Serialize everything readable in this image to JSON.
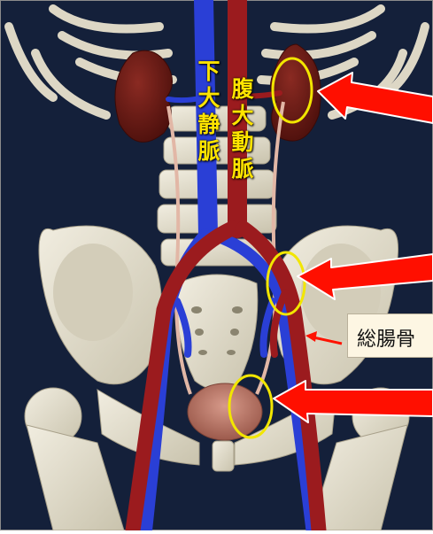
{
  "labels": {
    "inferior_vena_cava": "下\n大\n静\n脈",
    "abdominal_aorta": "腹\n大\n動\n脈",
    "callout": "総腸骨"
  },
  "colors": {
    "background": "#14203a",
    "aorta": "#9b1b1e",
    "vena_cava": "#2a3fd6",
    "label_text": "#ffe400",
    "highlight_circle": "#f2e600",
    "arrow": "#ff0f00",
    "kidney": "#6b1a14",
    "bladder": "#c07868",
    "bone": "#e9e4d4"
  },
  "annotations": {
    "highlight_circles": 3,
    "large_arrows": 3,
    "small_arrows": 1
  }
}
